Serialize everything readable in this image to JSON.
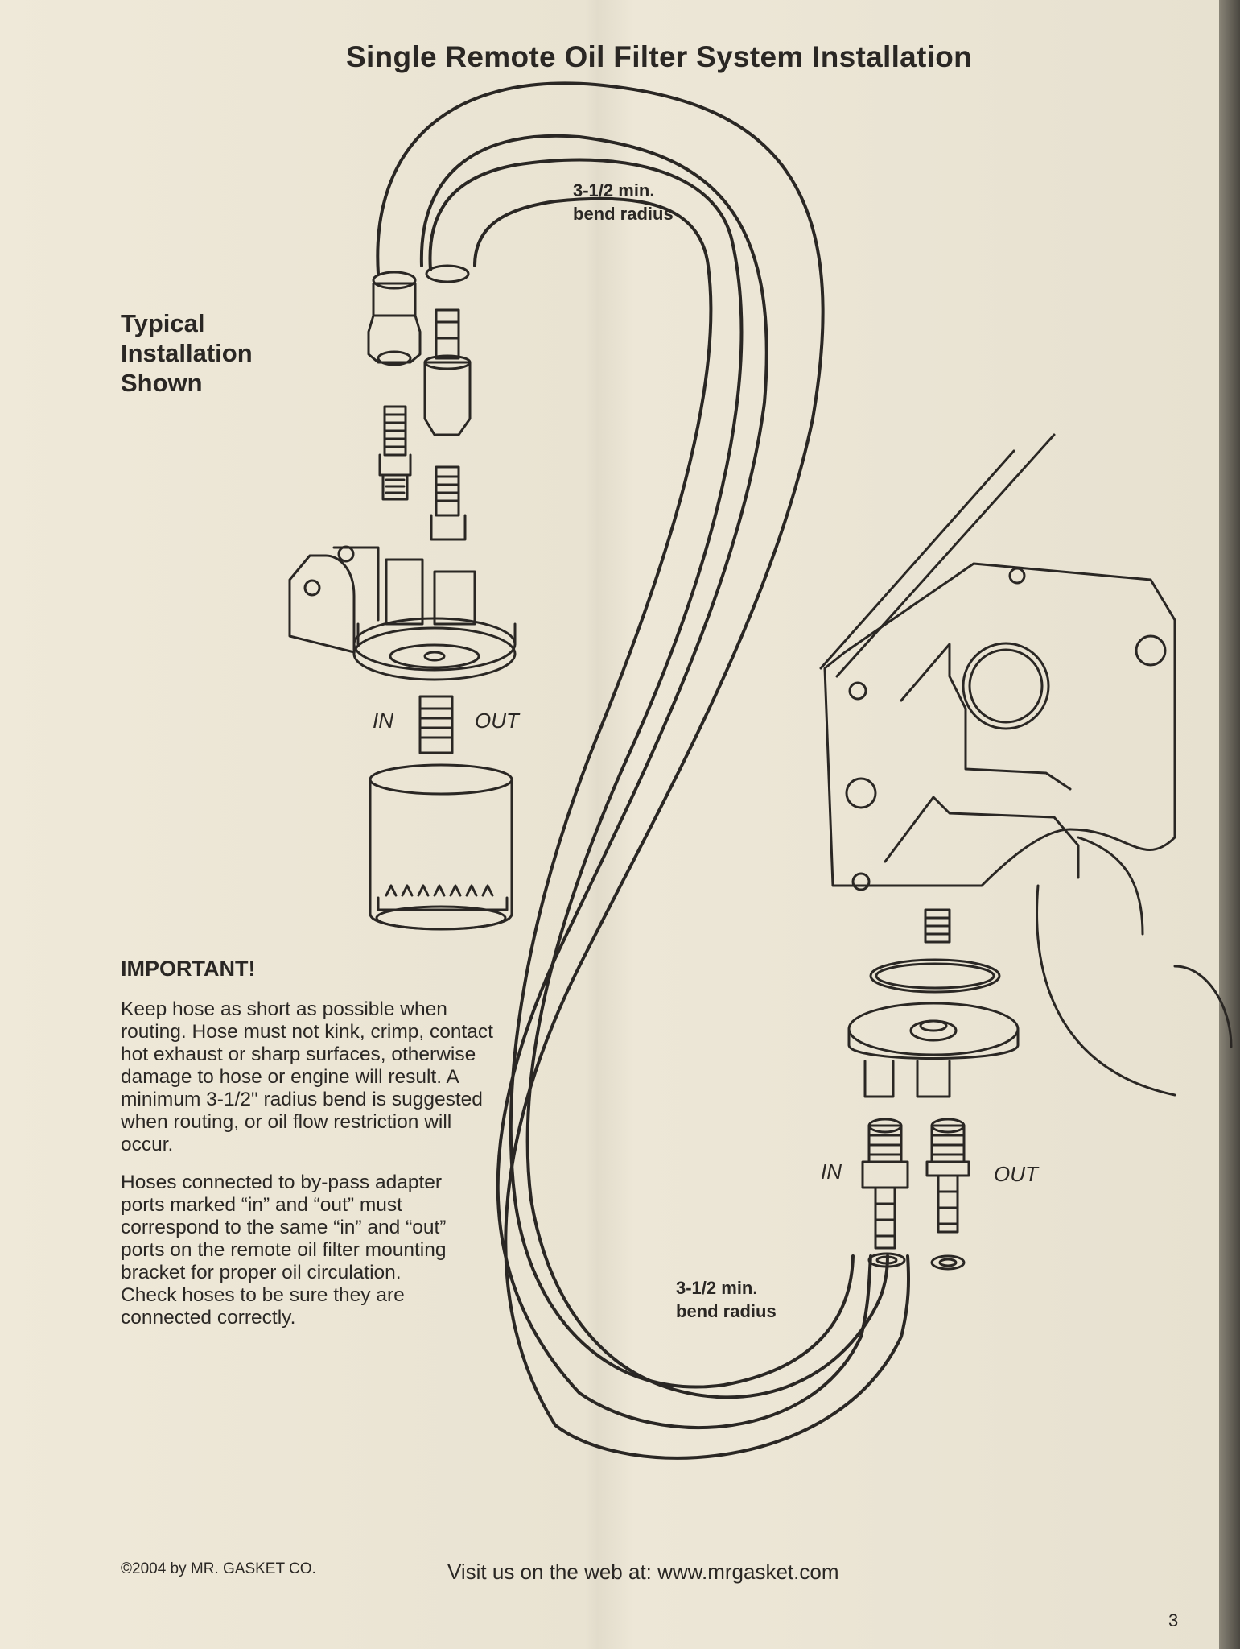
{
  "title": "Single Remote Oil Filter System Installation",
  "typical_label": [
    "Typical",
    "Installation",
    "Shown"
  ],
  "filter_in_label": "IN",
  "filter_out_label": "OUT",
  "engine_in_label": "IN",
  "engine_out_label": "OUT",
  "bend_top": [
    "3-1/2 min.",
    "bend radius"
  ],
  "bend_bottom": [
    "3-1/2 min.",
    "bend radius"
  ],
  "important": {
    "heading": "IMPORTANT!",
    "paragraph1": [
      "Keep hose as short as possible when",
      "routing. Hose must not kink, crimp, contact",
      "hot exhaust or sharp surfaces, otherwise",
      "damage to hose or engine will result. A",
      "minimum 3-1/2\" radius bend is suggested",
      "when routing, or oil flow restriction will",
      "occur."
    ],
    "paragraph2": [
      "Hoses connected to by-pass adapter",
      "ports marked “in” and “out” must",
      "correspond to the same “in” and “out”",
      "ports on the remote oil filter mounting",
      "bracket for proper oil circulation.",
      "Check hoses to be sure they are",
      "connected correctly."
    ]
  },
  "copyright": "©2004 by MR. GASKET CO.",
  "website": "Visit us on the web at: www.mrgasket.com",
  "page_number": "3",
  "colors": {
    "ink": "#2a2724",
    "paper": "#ece6d6"
  }
}
